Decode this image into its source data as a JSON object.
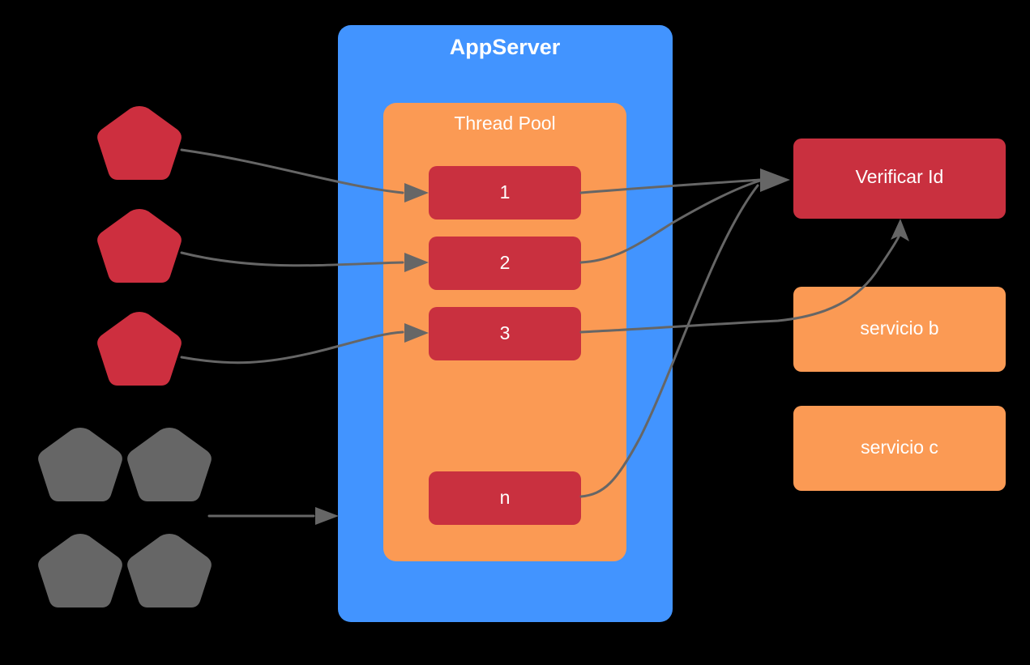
{
  "diagram": {
    "title": "AppServer thread pool request handling",
    "colors": {
      "background": "#000000",
      "server_blue": "#4294ff",
      "pool_orange": "#fb9a54",
      "thread_red": "#c9303f",
      "client_red": "#cd2f3f",
      "client_gray": "#666666",
      "edge_gray": "#666666",
      "label_white": "#ffffff"
    },
    "server": {
      "label": "AppServer",
      "pool": {
        "label": "Thread Pool",
        "threads": [
          {
            "label": "1",
            "name": "thread-1"
          },
          {
            "label": "2",
            "name": "thread-2"
          },
          {
            "label": "3",
            "name": "thread-3"
          },
          {
            "label": "n",
            "name": "thread-n"
          }
        ]
      }
    },
    "clients": {
      "active": [
        {
          "name": "client-active-1"
        },
        {
          "name": "client-active-2"
        },
        {
          "name": "client-active-3"
        }
      ],
      "waiting": [
        {
          "name": "client-waiting-1"
        },
        {
          "name": "client-waiting-2"
        },
        {
          "name": "client-waiting-3"
        },
        {
          "name": "client-waiting-4"
        }
      ]
    },
    "services": [
      {
        "label": "Verificar Id",
        "name": "service-verificar-id",
        "style": "red"
      },
      {
        "label": "servicio b",
        "name": "service-servicio-b",
        "style": "orange"
      },
      {
        "label": "servicio c",
        "name": "service-servicio-c",
        "style": "orange"
      }
    ],
    "edges": [
      {
        "name": "edge-client1-to-thread1",
        "from": "client-active-1",
        "to": "thread-1"
      },
      {
        "name": "edge-client2-to-thread2",
        "from": "client-active-2",
        "to": "thread-2"
      },
      {
        "name": "edge-client3-to-thread3",
        "from": "client-active-3",
        "to": "thread-3"
      },
      {
        "name": "edge-waiting-to-appserver",
        "from": "client-waiting-2",
        "to": "AppServer"
      },
      {
        "name": "edge-thread1-to-verificar-id",
        "from": "thread-1",
        "to": "service-verificar-id"
      },
      {
        "name": "edge-thread2-to-verificar-id",
        "from": "thread-2",
        "to": "service-verificar-id"
      },
      {
        "name": "edge-threadn-to-verificar-id",
        "from": "thread-n",
        "to": "service-verificar-id"
      },
      {
        "name": "edge-thread3-to-verificar-id-via-servicio-b",
        "from": "thread-3",
        "to": "service-verificar-id"
      }
    ]
  }
}
